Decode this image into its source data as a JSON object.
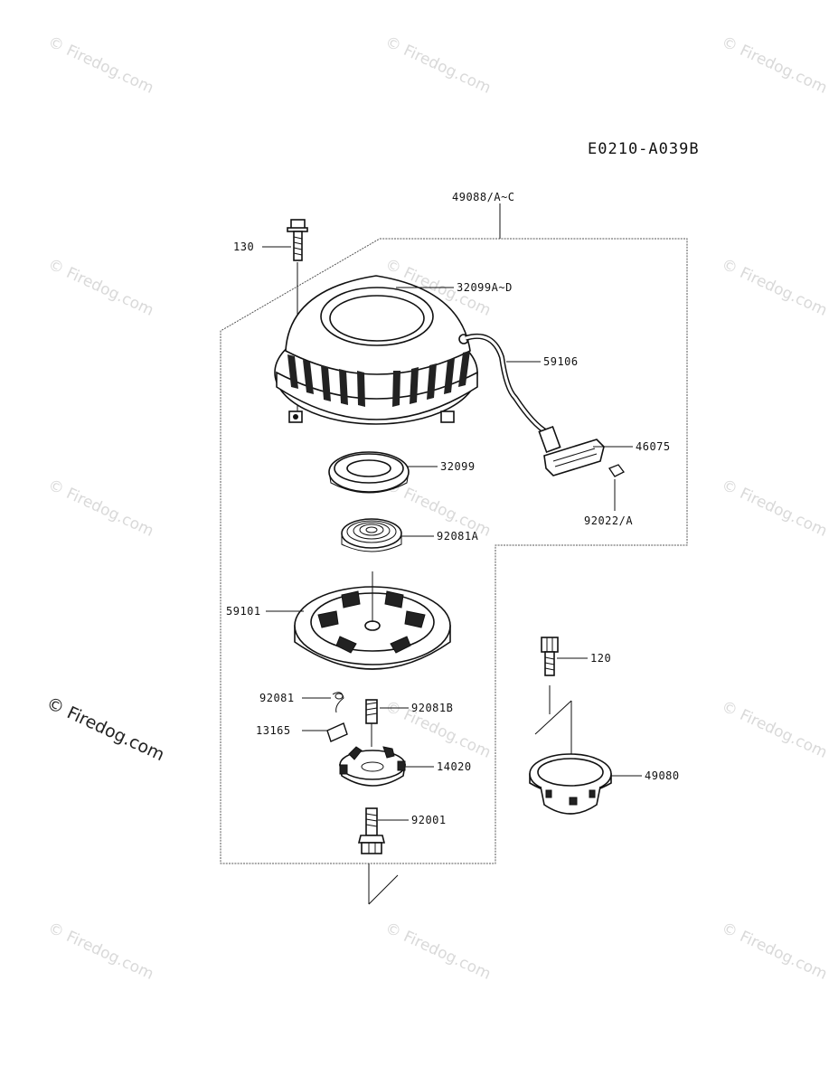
{
  "diagram_code": "E0210-A039B",
  "watermark_text": "© Firedog.com",
  "parts": [
    {
      "id": "p49088",
      "number": "49088/A~C"
    },
    {
      "id": "p130",
      "number": "130"
    },
    {
      "id": "p32099AD",
      "number": "32099A~D"
    },
    {
      "id": "p59106",
      "number": "59106"
    },
    {
      "id": "p46075",
      "number": "46075"
    },
    {
      "id": "p32099",
      "number": "32099"
    },
    {
      "id": "p92022",
      "number": "92022/A"
    },
    {
      "id": "p92081A",
      "number": "92081A"
    },
    {
      "id": "p59101",
      "number": "59101"
    },
    {
      "id": "p120",
      "number": "120"
    },
    {
      "id": "p92081",
      "number": "92081"
    },
    {
      "id": "p92081B",
      "number": "92081B"
    },
    {
      "id": "p13165",
      "number": "13165"
    },
    {
      "id": "p14020",
      "number": "14020"
    },
    {
      "id": "p49080",
      "number": "49080"
    },
    {
      "id": "p92001",
      "number": "92001"
    }
  ]
}
